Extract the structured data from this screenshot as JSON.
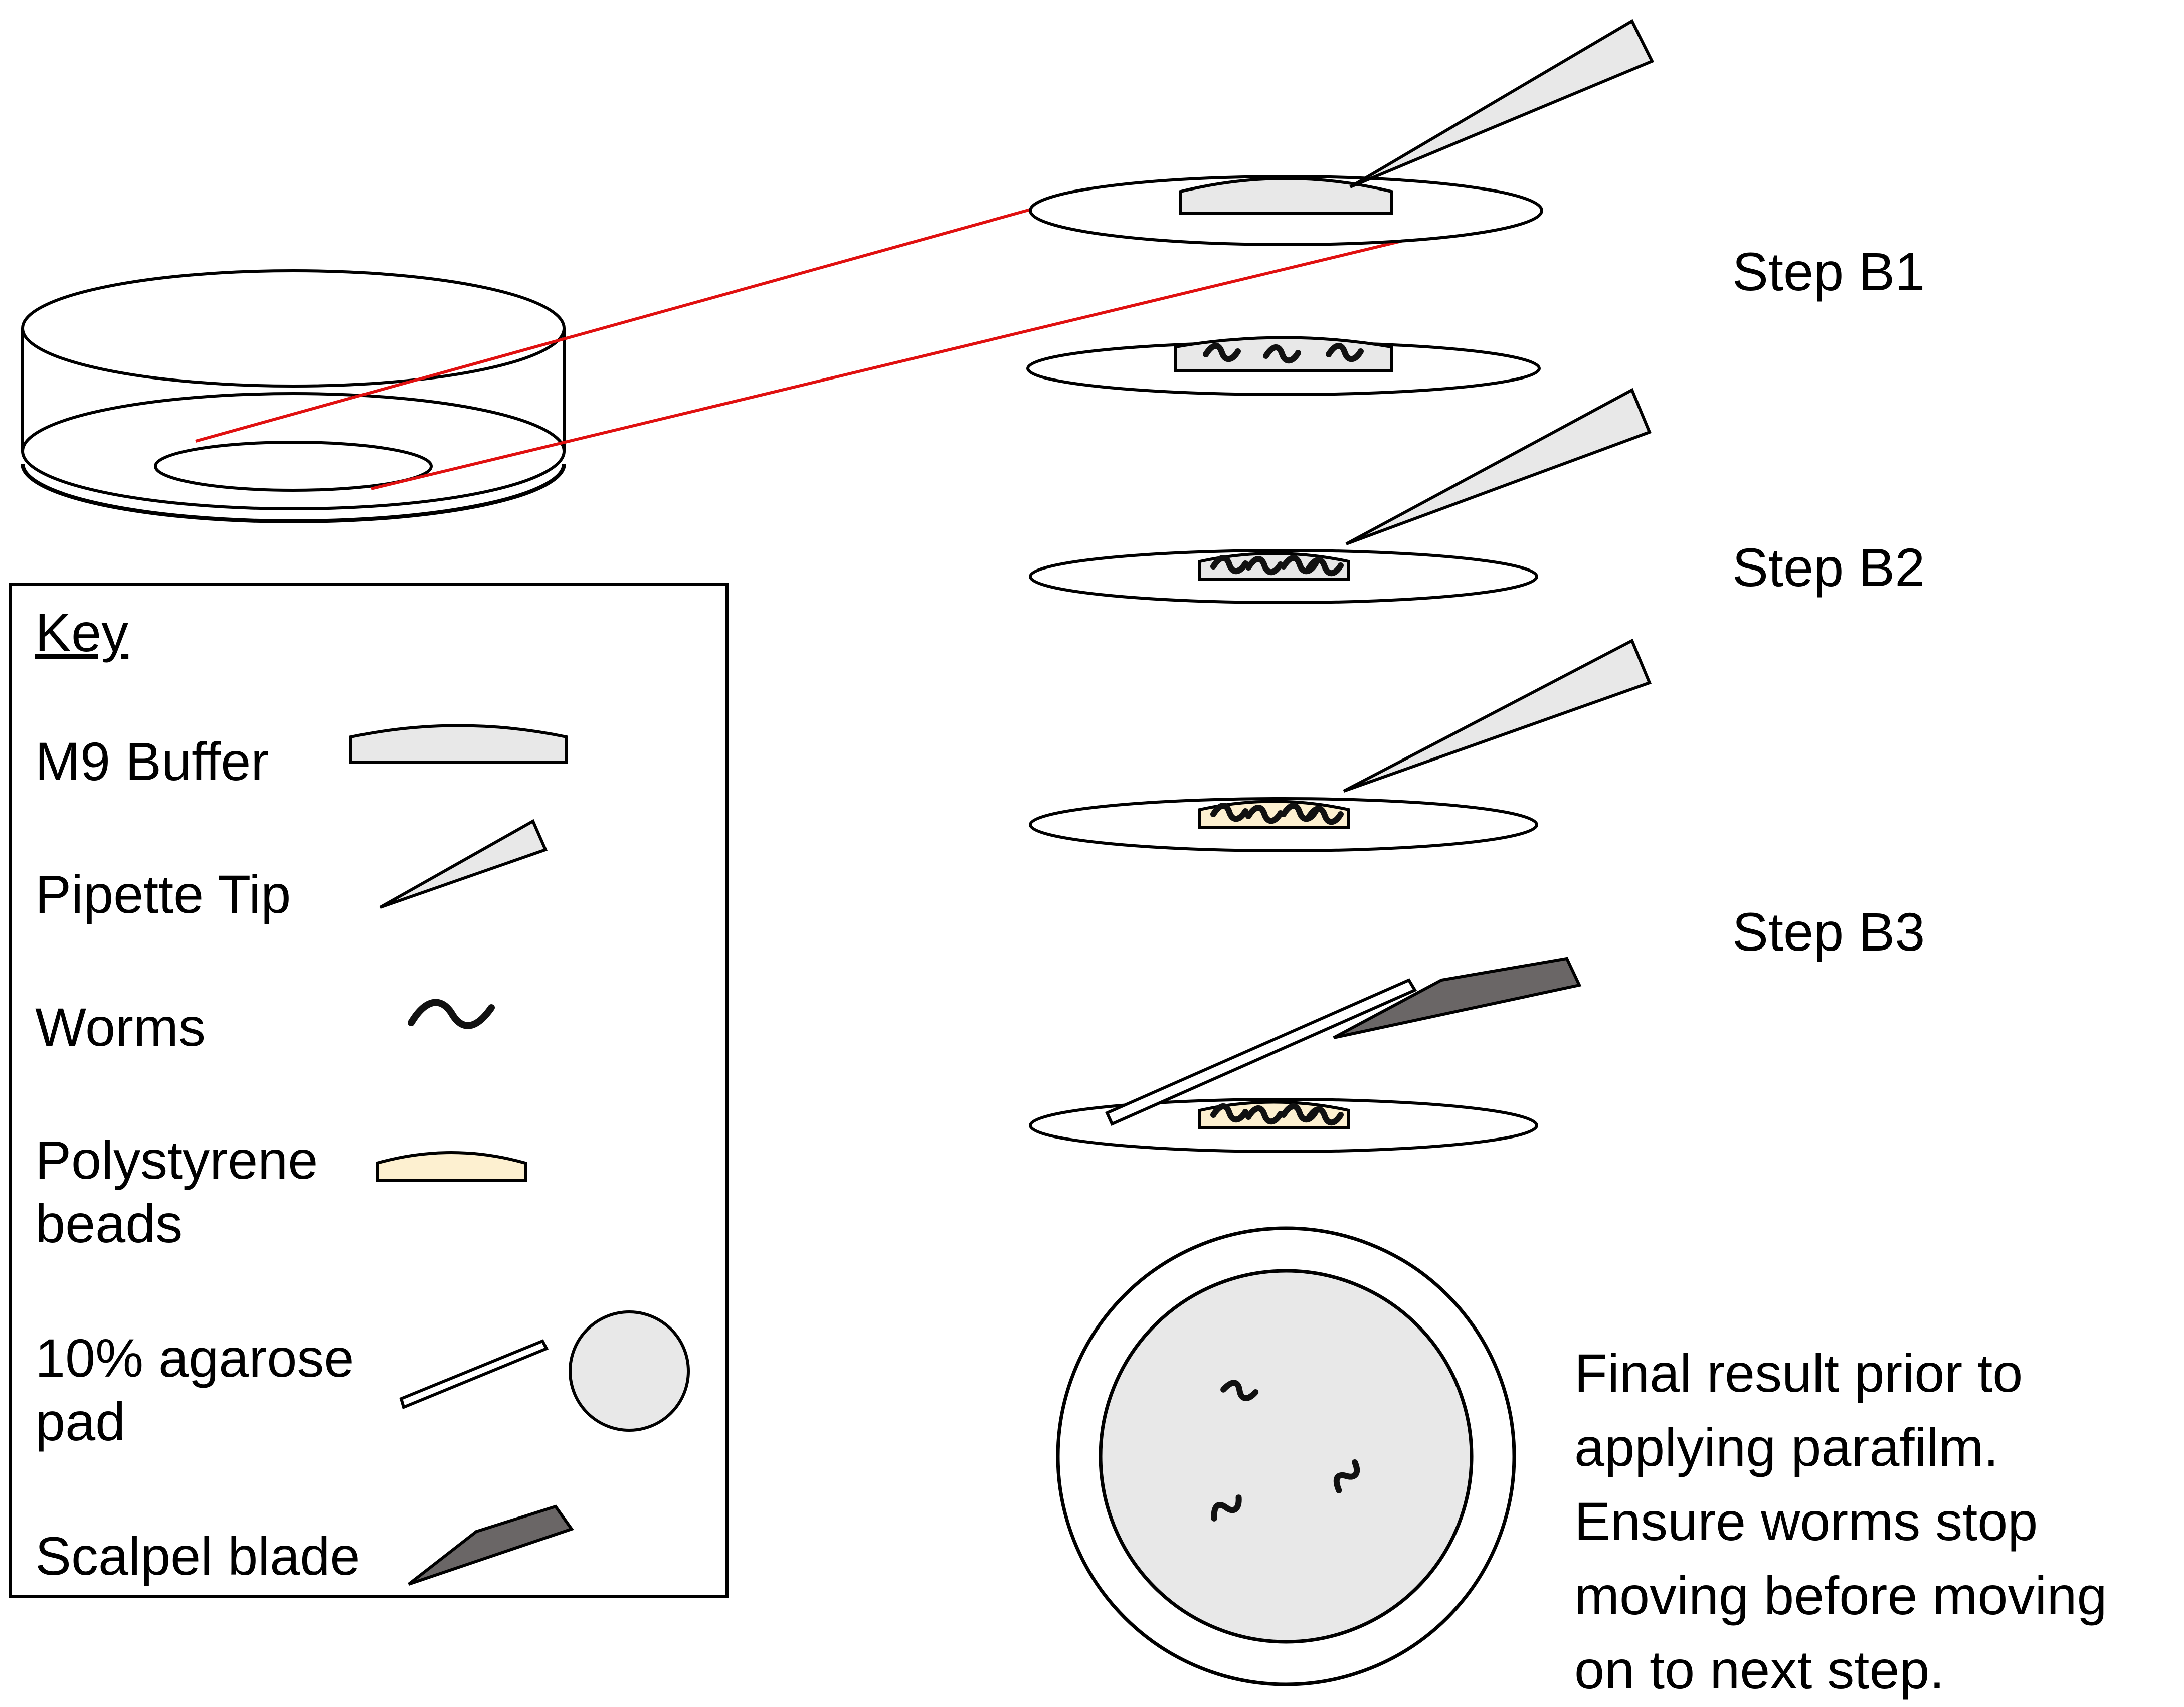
{
  "steps": {
    "b1": "Step B1",
    "b2": "Step B2",
    "b3": "Step B3"
  },
  "key": {
    "title": "Key",
    "items": {
      "m9": "M9 Buffer",
      "pipette": "Pipette Tip",
      "worms": "Worms",
      "polystyrene": "Polystyrene\nbeads",
      "agarose": "10% agarose\npad",
      "scalpel": "Scalpel blade"
    }
  },
  "final_note": "Final result prior to\napplying parafilm.\nEnsure worms stop\nmoving before moving\non to next step.",
  "colors": {
    "m9_fill": "#e8e8e8",
    "bead_fill": "#fdf0d0",
    "scalpel_fill": "#6a6666",
    "guide_line": "#e01010"
  }
}
